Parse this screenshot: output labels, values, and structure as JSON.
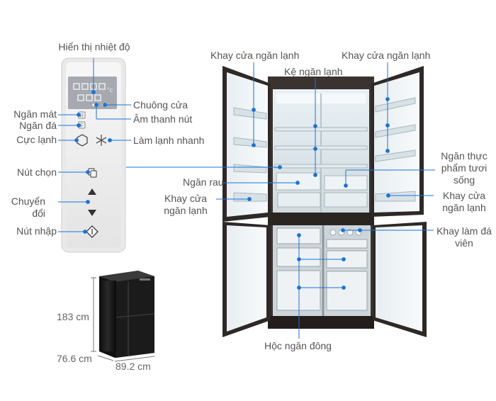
{
  "labels": {
    "temp_display": "Hiển thị nhiệt độ",
    "door_chime": "Chuông cửa",
    "button_sound": "Âm thanh nút",
    "cool_compartment": "Ngăn mát",
    "ice_compartment": "Ngăn đá",
    "super_freeze": "Cực lạnh",
    "fast_cool": "Làm lạnh nhanh",
    "select_button": "Nút chọn",
    "switch": "Chuyển đổi",
    "enter_button": "Nút nhập",
    "door_tray_left": "Khay cửa ngăn lạnh",
    "door_tray_right": "Khay cửa ngăn lạnh",
    "fridge_shelf": "Kệ ngăn lạnh",
    "vegetable_drawer": "Ngăn rau",
    "door_tray_lower_left": "Khay cửa ngăn lạnh",
    "fresh_food_drawer": "Ngăn thực phẩm tươi sống",
    "door_tray_lower_right": "Khay cửa ngăn lạnh",
    "ice_tray": "Khay làm đá viên",
    "freezer_drawers": "Hộc ngăn đông"
  },
  "panel": {
    "icon_r": "R",
    "icon_f": "F"
  },
  "dimensions": {
    "height": "183 cm",
    "depth": "76.6 cm",
    "width": "89.2 cm"
  },
  "colors": {
    "leader_line": "#1a73d9",
    "text": "#555555",
    "panel_bg": "#f2f2f2",
    "fridge_body": "#2b2522"
  }
}
